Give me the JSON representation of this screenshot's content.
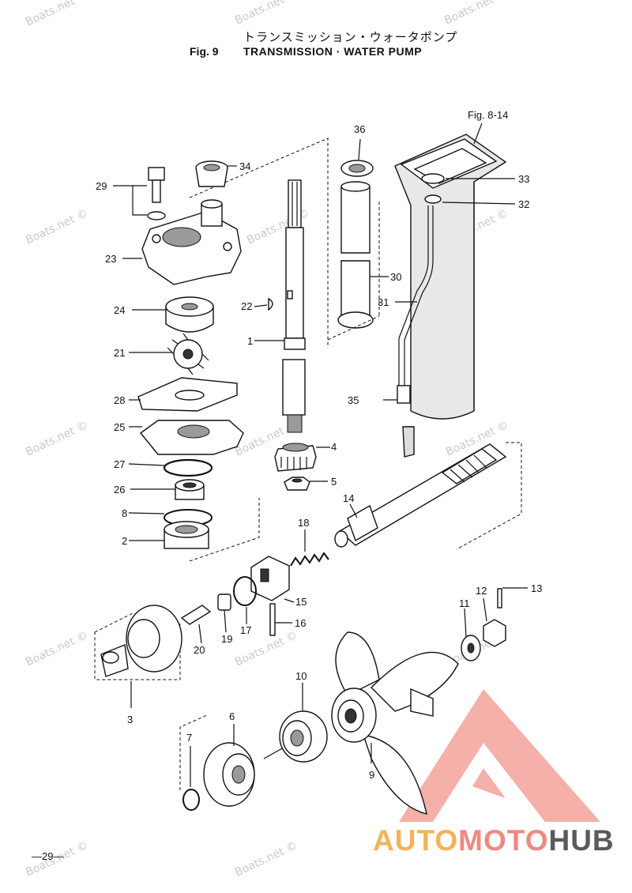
{
  "header": {
    "title_jp": "トランスミッション・ウォータポンプ",
    "fig_label": "Fig. 9",
    "title_en": "TRANSMISSION · WATER PUMP",
    "ref_fig": "Fig. 8-14"
  },
  "page_number": "—29—",
  "watermark_text": "Boats.net ©",
  "logo": {
    "part1": "AUTO",
    "part2": "MOTO",
    "part3": "HUB",
    "colors": [
      "#f2b35a",
      "#ed8a83",
      "#5a5a5a"
    ]
  },
  "callouts": [
    "1",
    "2",
    "3",
    "4",
    "5",
    "6",
    "7",
    "8",
    "9",
    "10",
    "11",
    "12",
    "13",
    "14",
    "15",
    "16",
    "17",
    "18",
    "19",
    "20",
    "21",
    "22",
    "23",
    "24",
    "25",
    "26",
    "27",
    "28",
    "29",
    "30",
    "31",
    "32",
    "33",
    "34",
    "35",
    "36"
  ]
}
